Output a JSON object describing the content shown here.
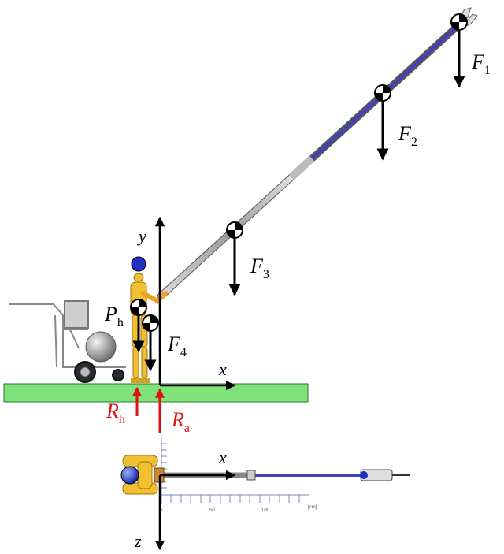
{
  "labels": {
    "F1": {
      "main": "F",
      "sub": "1"
    },
    "F2": {
      "main": "F",
      "sub": "2"
    },
    "F3": {
      "main": "F",
      "sub": "3"
    },
    "F4": {
      "main": "F",
      "sub": "4"
    },
    "Ph": {
      "main": "P",
      "sub": "h"
    },
    "Rh": {
      "main": "R",
      "sub": "h"
    },
    "Ra": {
      "main": "R",
      "sub": "a"
    },
    "x_side": "x",
    "y_side": "y",
    "x_top": "x",
    "z_top": "z"
  },
  "ruler": {
    "ticks": [
      "0",
      "50",
      "100"
    ],
    "unit": "[cm]"
  },
  "colors": {
    "ground": "#7fe27a",
    "reaction": "#e01010",
    "pole": "#4040c0",
    "mannequin": "#f0c030"
  }
}
